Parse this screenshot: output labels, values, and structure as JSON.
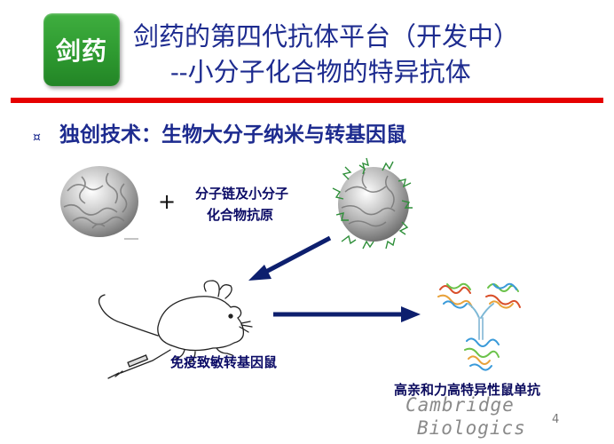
{
  "logo": {
    "text": "剑药"
  },
  "title": {
    "line1": "剑药的第四代抗体平台（开发中）",
    "line2": "--小分子化合物的特异抗体"
  },
  "section": {
    "bullet": "¤",
    "heading": "独创技术：生物大分子纳米与转基因鼠"
  },
  "diagram": {
    "plus": "+",
    "antigen_line1": "分子链及小分子",
    "antigen_line2": "化合物抗原",
    "mouse_label": "免疫致敏转基因鼠",
    "antibody_label": "高亲和力高特异性鼠单抗"
  },
  "watermark": {
    "line1": "Cambridge",
    "line2": "Biologics"
  },
  "page_number": "4",
  "colors": {
    "title": "#1d2b8f",
    "logo_green": "#2e9a30",
    "rule_red": "#e60000",
    "arrow_navy": "#0d1f6e"
  }
}
